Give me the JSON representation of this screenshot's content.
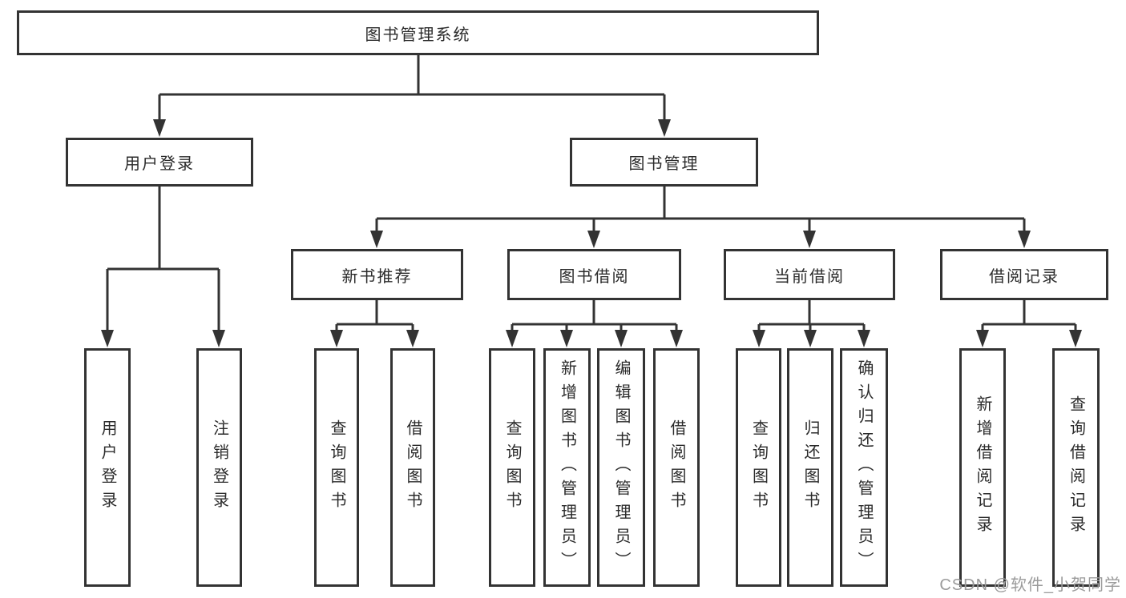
{
  "diagram": {
    "root": "图书管理系统",
    "level2": [
      {
        "label": "用户登录",
        "leaves": [
          "用户登录",
          "注销登录"
        ]
      },
      {
        "label": "图书管理",
        "groups": [
          {
            "label": "新书推荐",
            "leaves": [
              "查询图书",
              "借阅图书"
            ]
          },
          {
            "label": "图书借阅",
            "leaves": [
              "查询图书",
              "新增图书（管理员）",
              "编辑图书（管理员）",
              "借阅图书"
            ]
          },
          {
            "label": "当前借阅",
            "leaves": [
              "查询图书",
              "归还图书",
              "确认归还（管理员）"
            ]
          },
          {
            "label": "借阅记录",
            "leaves": [
              "新增借阅记录",
              "查询借阅记录"
            ]
          }
        ]
      }
    ]
  },
  "watermark": "CSDN @软件_小贺同学",
  "colors": {
    "line": "#333333",
    "text": "#2b2b2b",
    "watermark": "#9b9b9b",
    "background": "#ffffff"
  }
}
